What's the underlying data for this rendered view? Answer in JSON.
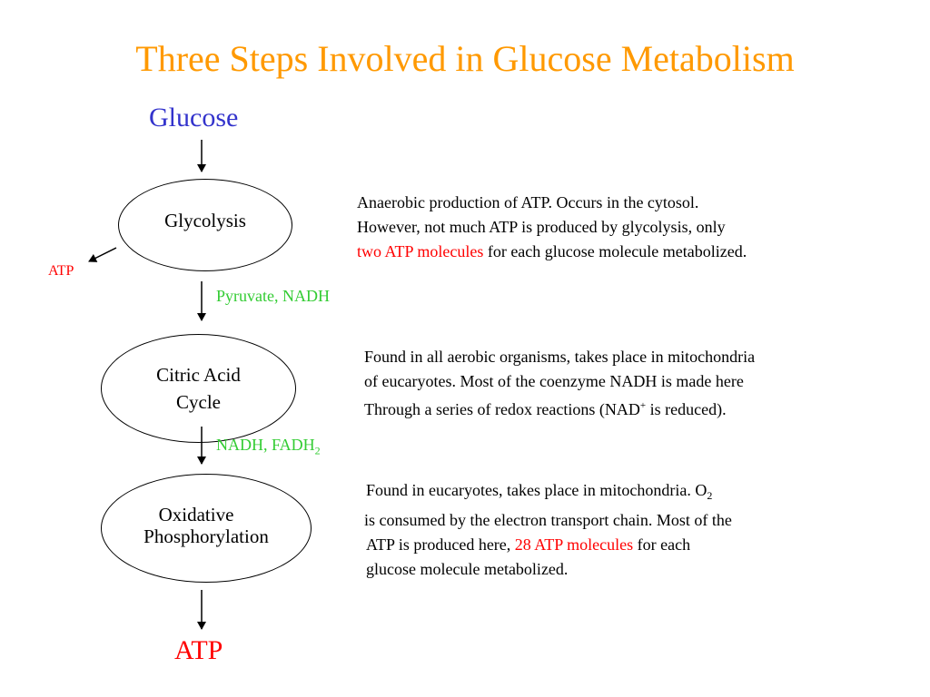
{
  "title": "Three Steps Involved in Glucose Metabolism",
  "nodes": {
    "glucose": "Glucose",
    "glycolysis": "Glycolysis",
    "citric_line1": "Citric Acid",
    "citric_line2": "Cycle",
    "oxphos_line1": "Oxidative",
    "oxphos_line2": "Phosphorylation",
    "atp_output": "ATP"
  },
  "side_labels": {
    "glycolysis_atp": "ATP",
    "pyruvate_nadh": "Pyruvate, NADH",
    "nadh_fadh_prefix": "NADH, FADH",
    "nadh_fadh_sub": "2"
  },
  "descriptions": {
    "glycolysis": {
      "line1": "Anaerobic production of ATP. Occurs in the cytosol.",
      "line2": "However, not much ATP is produced by glycolysis, only",
      "line3_red": "two ATP molecules",
      "line3_rest": " for each glucose molecule metabolized."
    },
    "citric": {
      "line1": "Found in all aerobic organisms, takes place in mitochondria",
      "line2": "of eucaryotes. Most of the coenzyme NADH is made here",
      "line3_prefix": "Through a series of redox reactions (NAD",
      "line3_sup": "+",
      "line3_suffix": " is reduced)."
    },
    "oxphos": {
      "line1_prefix": "Found in eucaryotes, takes place in mitochondria. O",
      "line1_sub": "2",
      "line2": "is consumed by the electron transport chain. Most of the",
      "line3_prefix": "ATP is produced here, ",
      "line3_red": "28 ATP molecules",
      "line3_suffix": " for each",
      "line4": "glucose molecule metabolized."
    }
  },
  "colors": {
    "title": "#ff9900",
    "glucose": "#3333cc",
    "intermediate_labels": "#33cc33",
    "atp_highlight": "#ff0000"
  }
}
